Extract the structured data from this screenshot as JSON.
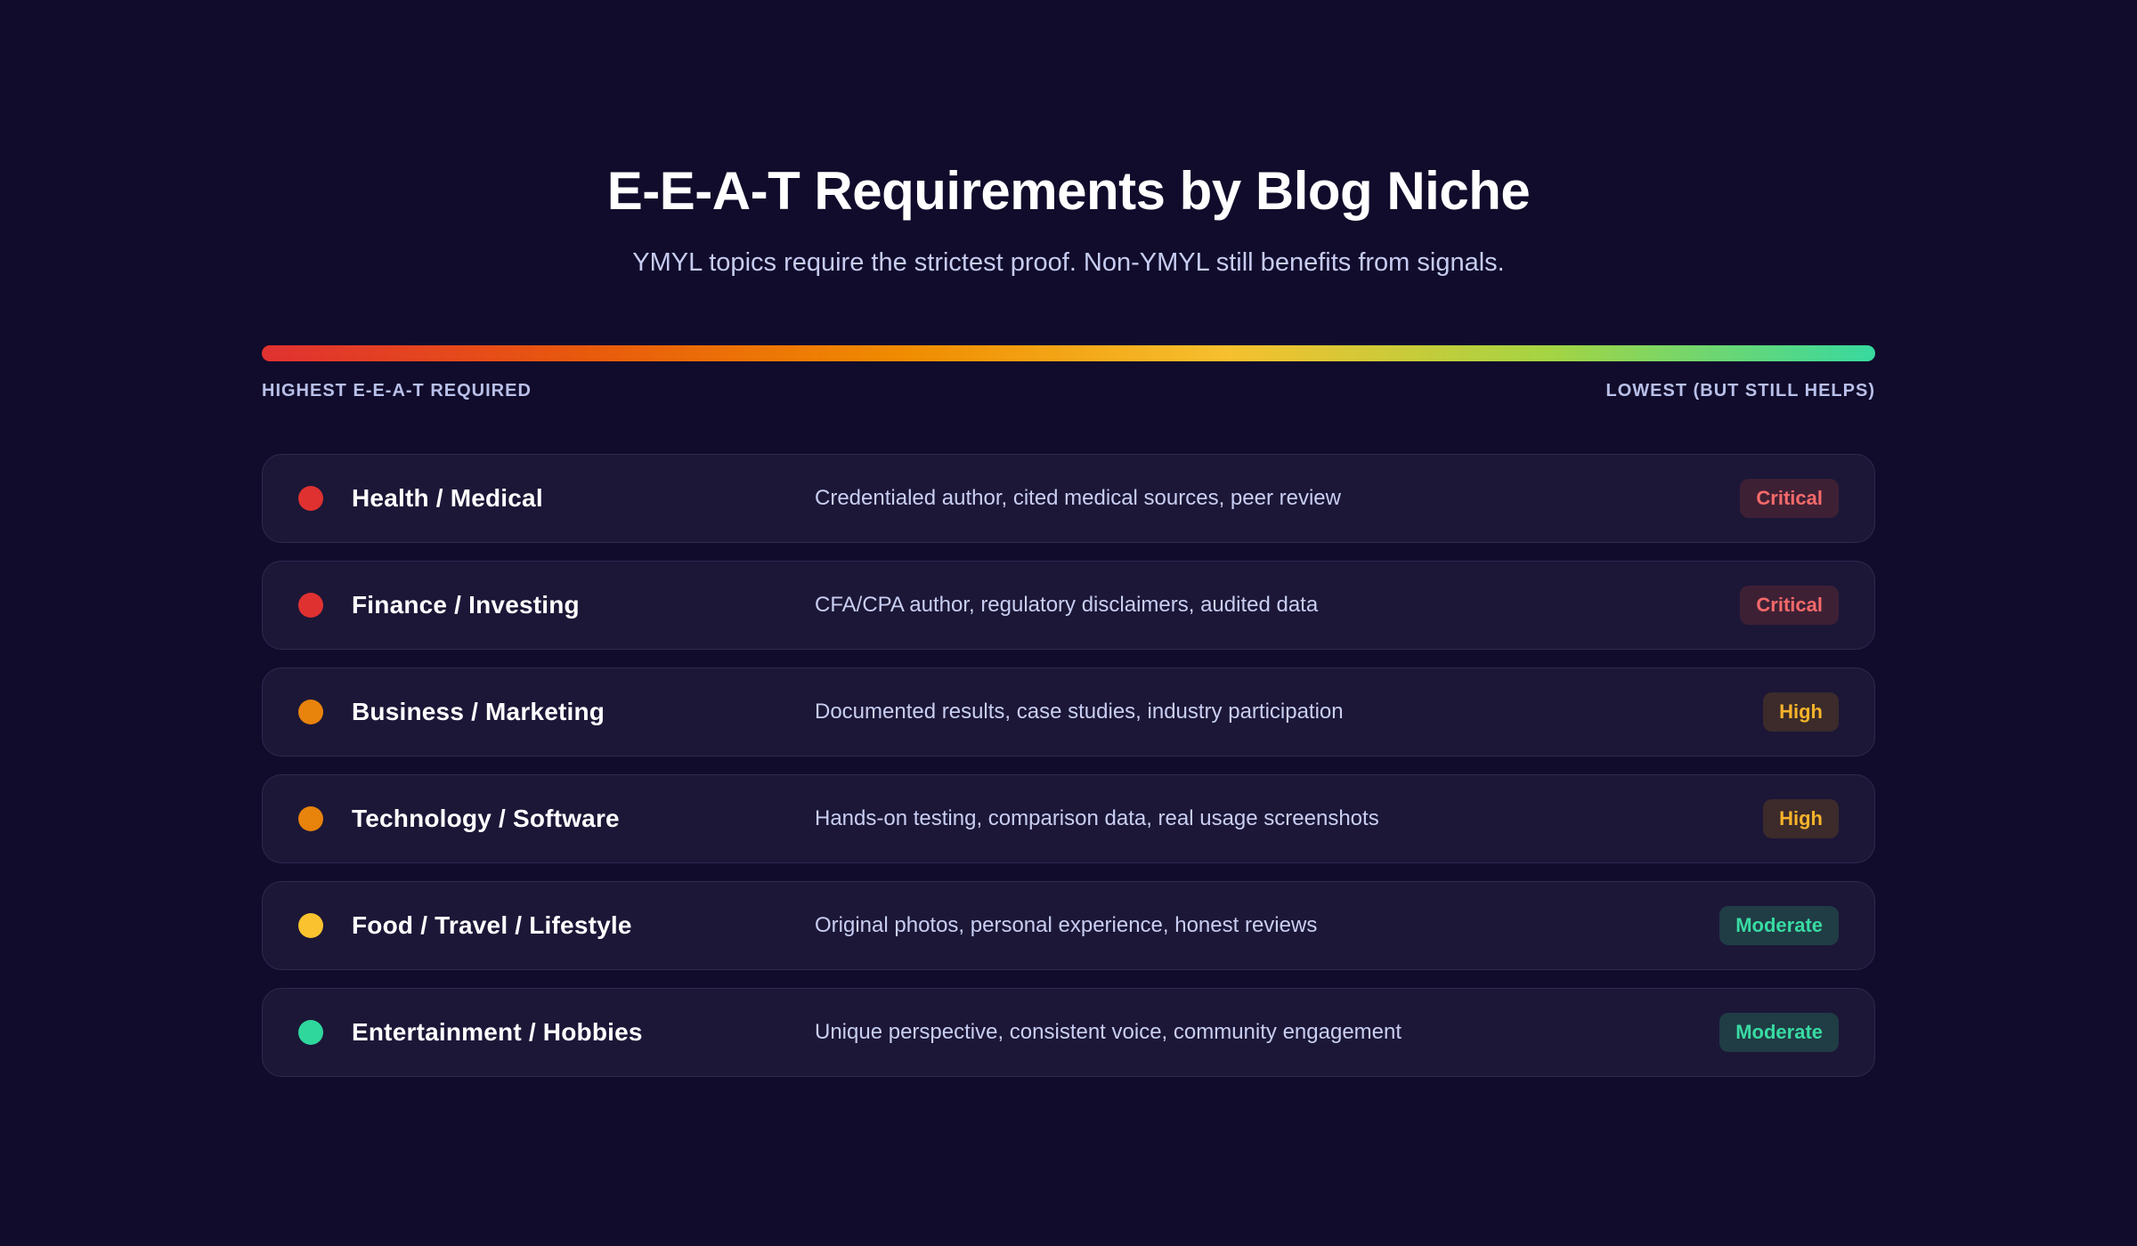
{
  "header": {
    "title": "E-E-A-T Requirements by Blog Niche",
    "subtitle": "YMYL topics require the strictest proof. Non-YMYL still benefits from signals."
  },
  "scale": {
    "left_label": "HIGHEST E-E-A-T REQUIRED",
    "right_label": "LOWEST (BUT STILL HELPS)",
    "gradient_stops": [
      "#e03131",
      "#e8590c",
      "#f08c00",
      "#f6c02e",
      "#a3d443",
      "#37d9a0"
    ]
  },
  "colors": {
    "page_bg": "#110c2b",
    "card_bg": "#1c1737",
    "card_border": "#2d2950",
    "title_text": "#ffffff",
    "subtitle_text": "#c7ccf1",
    "scale_label_text": "#b9c0e9",
    "proof_text": "#c9cef2"
  },
  "rows": [
    {
      "niche": "Health / Medical",
      "proof": "Credentialed author, cited medical sources, peer review",
      "level": "Critical",
      "dot_color": "#e03131",
      "badge_text_color": "#f56a6a",
      "badge_bg_color": "#3e2035"
    },
    {
      "niche": "Finance / Investing",
      "proof": "CFA/CPA author, regulatory disclaimers, audited data",
      "level": "Critical",
      "dot_color": "#e03131",
      "badge_text_color": "#f56a6a",
      "badge_bg_color": "#3e2035"
    },
    {
      "niche": "Business / Marketing",
      "proof": "Documented results, case studies, industry participation",
      "level": "High",
      "dot_color": "#e8830c",
      "badge_text_color": "#f7b32b",
      "badge_bg_color": "#3c2b2a"
    },
    {
      "niche": "Technology / Software",
      "proof": "Hands-on testing, comparison data, real usage screenshots",
      "level": "High",
      "dot_color": "#e8830c",
      "badge_text_color": "#f7b32b",
      "badge_bg_color": "#3c2b2a"
    },
    {
      "niche": "Food / Travel / Lifestyle",
      "proof": "Original photos, personal experience, honest reviews",
      "level": "Moderate",
      "dot_color": "#f9c22e",
      "badge_text_color": "#38dba2",
      "badge_bg_color": "#203c45"
    },
    {
      "niche": "Entertainment / Hobbies",
      "proof": "Unique perspective, consistent voice, community engagement",
      "level": "Moderate",
      "dot_color": "#2fd79c",
      "badge_text_color": "#38dba2",
      "badge_bg_color": "#203c45"
    }
  ]
}
